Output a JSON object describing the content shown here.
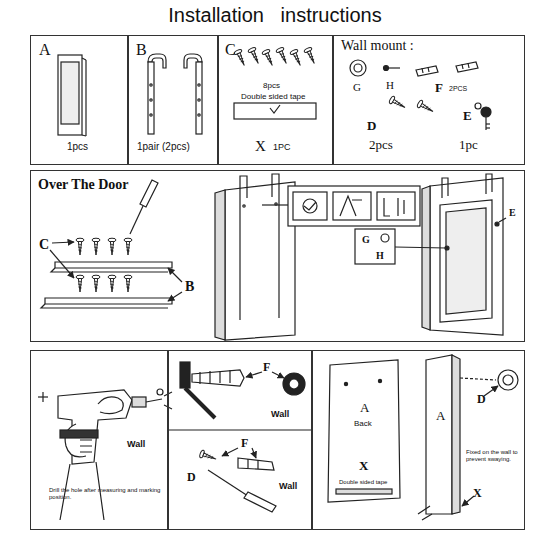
{
  "diagram": {
    "title": "Installation   instructions",
    "nodes": [
      {
        "text": [
          "A",
          "1pcs"
        ]
      },
      {
        "text": [
          "B",
          "1pair (2pcs)"
        ]
      },
      {
        "text": [
          "C",
          "8pcs",
          "Double sided tape",
          "X",
          "1PC"
        ]
      },
      {
        "text": [
          "Wall mount :",
          "G",
          "H",
          "F",
          "2PCS",
          "D",
          "2pcs",
          "E",
          "1pc"
        ]
      },
      {
        "text": [
          "Over The Door",
          "C",
          "B",
          "E",
          "G",
          "H"
        ]
      },
      {
        "text": [
          "Wall",
          "Drill the hole after measuring and marking position."
        ]
      },
      {
        "text": [
          "F",
          "Wall",
          "F",
          "D",
          "Wall"
        ]
      },
      {
        "text": [
          "A",
          "Back",
          "X",
          "Double sided tape",
          "A",
          "Fixed on the wall to prevent swaying.",
          "D",
          "X"
        ]
      }
    ]
  }
}
